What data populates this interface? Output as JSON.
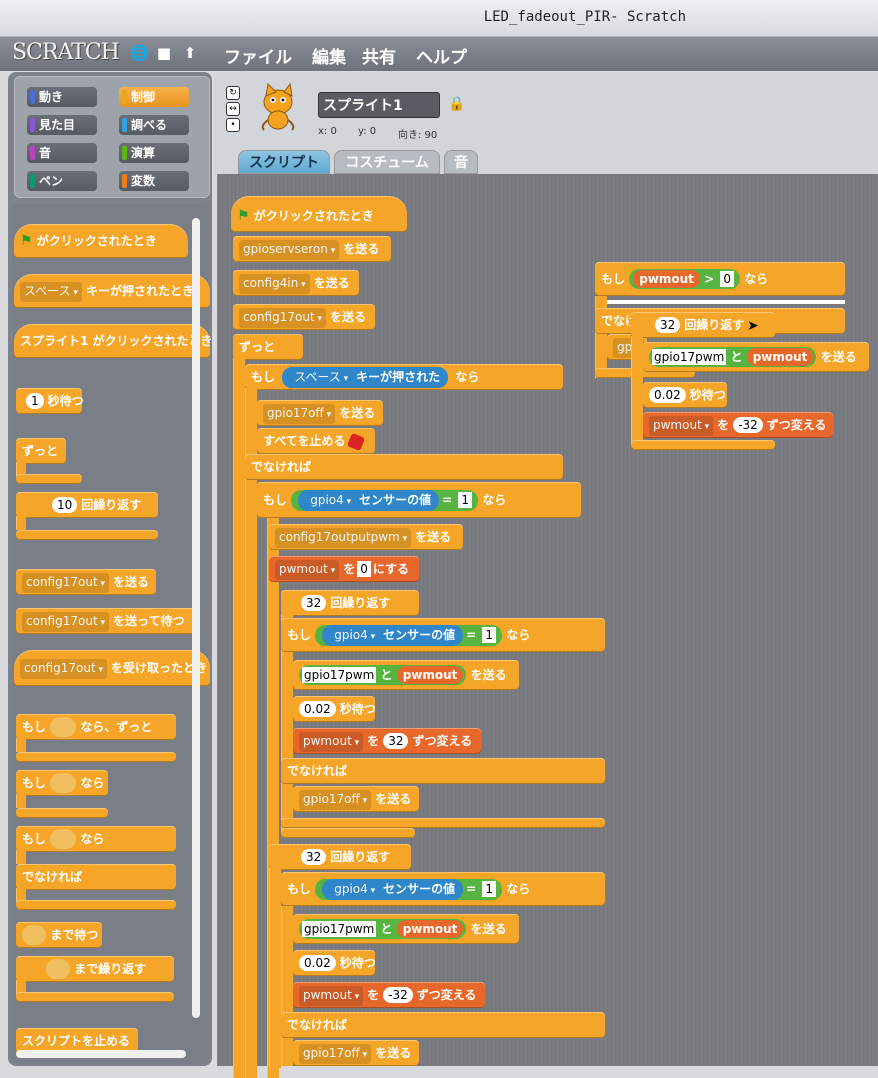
{
  "window": {
    "title": "LED_fadeout_PIR- Scratch"
  },
  "menubar": {
    "logo": "SCRATCH",
    "items": [
      "ファイル",
      "編集",
      "共有",
      "ヘルプ"
    ]
  },
  "categories": [
    {
      "label": "動き",
      "color": "#4a6cd4"
    },
    {
      "label": "制御",
      "color": "#e6a822",
      "selected": true
    },
    {
      "label": "見た目",
      "color": "#8a55d7"
    },
    {
      "label": "調べる",
      "color": "#2ca5e2"
    },
    {
      "label": "音",
      "color": "#bb42c3"
    },
    {
      "label": "演算",
      "color": "#5cb712"
    },
    {
      "label": "ペン",
      "color": "#0e9a6c"
    },
    {
      "label": "変数",
      "color": "#ee7d16"
    }
  ],
  "palette": {
    "hat_flag": "がクリックされたとき",
    "hat_key_dd": "スペース",
    "hat_key": "キーが押されたとき",
    "hat_sprite": "スプライト1 がクリックされたとき",
    "wait_num": "1",
    "wait": "秒待つ",
    "forever": "ずっと",
    "repeat_num": "10",
    "repeat": "回繰り返す",
    "broadcast_dd": "config17out",
    "broadcast": "を送る",
    "broadcast_wait_dd": "config17out",
    "broadcast_wait": "を送って待つ",
    "receive_dd": "config17out",
    "receive": "を受け取ったとき",
    "if_forever_1": "もし",
    "if_forever_2": "なら、ずっと",
    "if_1": "もし",
    "if_2": "なら",
    "ifelse_1": "もし",
    "ifelse_2": "なら",
    "else": "でなければ",
    "wait_until": "まで待つ",
    "repeat_until": "まで繰り返す",
    "stop_script": "スクリプトを止める"
  },
  "sprite": {
    "name": "スプライト1",
    "x": "x: 0",
    "y": "y: 0",
    "direction": "向き: 90"
  },
  "tabs": [
    "スクリプト",
    "コスチューム",
    "音"
  ],
  "script": {
    "hat": "がクリックされたとき",
    "b1_dd": "gpioservseron",
    "b1": "を送る",
    "b2_dd": "config4in",
    "b2": "を送る",
    "b3_dd": "config17out",
    "b3": "を送る",
    "forever": "ずっと",
    "if1_a": "もし",
    "if1_dd": "スペース",
    "if1_b": "キーが押された",
    "if1_c": "なら",
    "s1_dd": "gpio17off",
    "s1": "を送る",
    "stop_all": "すべてを止める",
    "else1": "でなければ",
    "if2_a": "もし",
    "if2_dd": "gpio4",
    "if2_sensor": "センサーの値",
    "if2_eq": "=",
    "if2_val": "1",
    "if2_c": "なら",
    "s2_dd": "config17outputpwm",
    "s2": "を送る",
    "set_dd": "pwmout",
    "set_a": "を",
    "set_val": "0",
    "set_b": "にする",
    "rep1_num": "32",
    "rep1": "回繰り返す",
    "if3_a": "もし",
    "if3_dd": "gpio4",
    "if3_sensor": "センサーの値",
    "if3_eq": "=",
    "if3_val": "1",
    "if3_c": "なら",
    "send1_txt": "gpio17pwm",
    "send1_and": "と",
    "send1_rep": "pwmout",
    "send1": "を送る",
    "wait1_num": "0.02",
    "wait1": "秒待つ",
    "chg1_dd": "pwmout",
    "chg1_a": "を",
    "chg1_val": "32",
    "chg1_b": "ずつ変える",
    "else2": "でなければ",
    "s3_dd": "gpio17off",
    "s3": "を送る",
    "rep2_num": "32",
    "rep2": "回繰り返す",
    "if4_a": "もし",
    "if4_dd": "gpio4",
    "if4_sensor": "センサーの値",
    "if4_eq": "=",
    "if4_val": "1",
    "if4_c": "なら",
    "send2_txt": "gpio17pwm",
    "send2_and": "と",
    "send2_rep": "pwmout",
    "send2": "を送る",
    "wait2_num": "0.02",
    "wait2": "秒待つ",
    "chg2_dd": "pwmout",
    "chg2_a": "を",
    "chg2_val": "-32",
    "chg2_b": "ずつ変える",
    "else3": "でなければ",
    "s4_dd": "gpio17off",
    "s4": "を送る"
  },
  "floating": {
    "if_a": "もし",
    "rep": "pwmout",
    "gt": ">",
    "val": "0",
    "if_c": "なら",
    "else": "でなければ",
    "else_dd": "gp",
    "rep_num": "32",
    "rep_label": "回繰り返す",
    "send_txt": "gpio17pwm",
    "send_and": "と",
    "send_rep": "pwmout",
    "send": "を送る",
    "wait_num": "0.02",
    "wait": "秒待つ",
    "chg_dd": "pwmout",
    "chg_a": "を",
    "chg_val": "-32",
    "chg_b": "ずつ変える"
  }
}
